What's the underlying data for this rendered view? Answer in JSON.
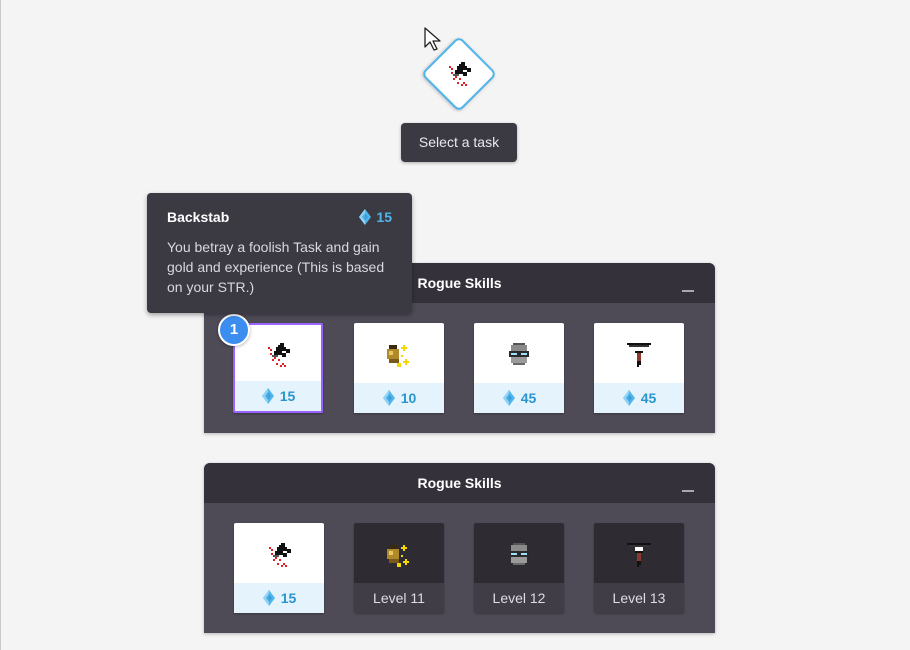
{
  "task_selector": {
    "selected_icon": "backstab-icon",
    "label": "Select a task"
  },
  "tooltip": {
    "title": "Backstab",
    "cost": "15",
    "description": "You betray a foolish Task and gain gold and experience (This is based on your STR.)"
  },
  "badge": "1",
  "panels": [
    {
      "title": "Rogue Skills",
      "items": [
        {
          "icon": "backstab-icon",
          "cost": "15",
          "selected": true
        },
        {
          "icon": "gold-pouch-icon",
          "cost": "10"
        },
        {
          "icon": "stealth-mask-icon",
          "cost": "45"
        },
        {
          "icon": "dagger-icon",
          "cost": "45"
        }
      ]
    },
    {
      "title": "Rogue Skills",
      "items": [
        {
          "icon": "backstab-icon",
          "cost": "15"
        },
        {
          "icon": "gold-pouch-icon",
          "locked_label": "Level 11"
        },
        {
          "icon": "stealth-mask-icon",
          "locked_label": "Level 12"
        },
        {
          "icon": "dagger-icon",
          "locked_label": "Level 13"
        }
      ]
    }
  ],
  "colors": {
    "accent": "#50b5e9",
    "cost_text": "#2995cd",
    "selected_border": "#9a62ff",
    "badge": "#3b8df0",
    "panel_body": "#4e4b57",
    "panel_header": "#34313a"
  }
}
